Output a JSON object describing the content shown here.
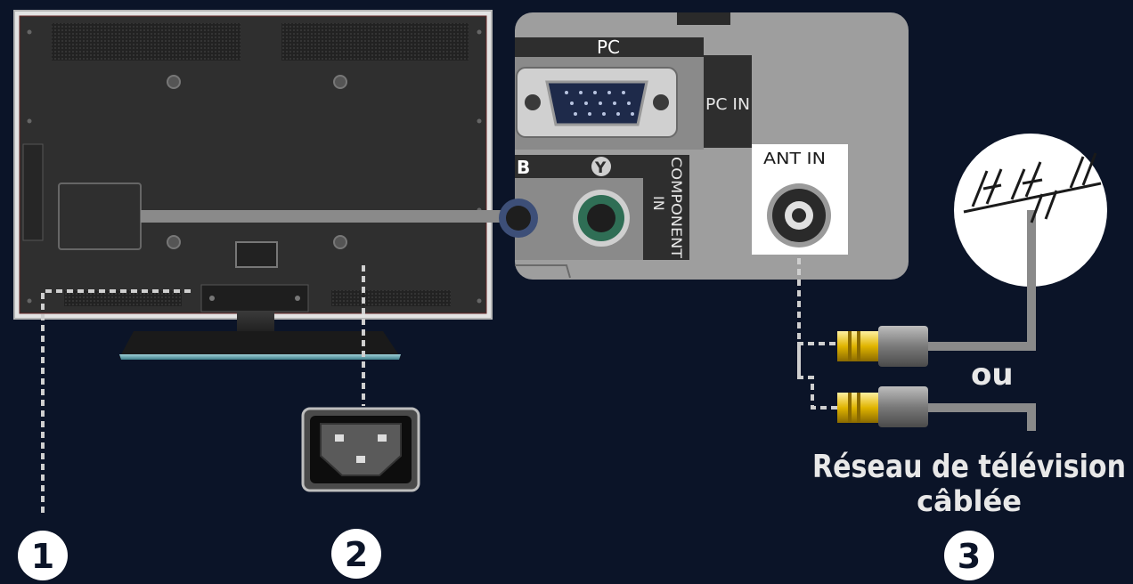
{
  "panel": {
    "pc_section": "PC",
    "pc_in": "PC IN",
    "component_y": "Y",
    "component_b": "B",
    "component_line1": "COMPONENT",
    "component_line2": "IN",
    "ant_in": "ANT IN"
  },
  "labels": {
    "ou": "ou",
    "cable_line1": "Réseau de télévision",
    "cable_line2": "câblée"
  },
  "steps": [
    "1",
    "2",
    "3"
  ],
  "colors": {
    "background": "#0b1428",
    "tv_back": "#2f2f2f",
    "tv_bezel": "#d9d9d9",
    "panel": "#9a9a9a",
    "text_light": "#ffffff",
    "text_label": "#e6e6e6",
    "connector_gold": "#e0b400"
  },
  "icons": [
    "antenna-icon",
    "power-socket-icon",
    "vga-port-icon",
    "coax-port-icon",
    "coax-plug-icon"
  ]
}
